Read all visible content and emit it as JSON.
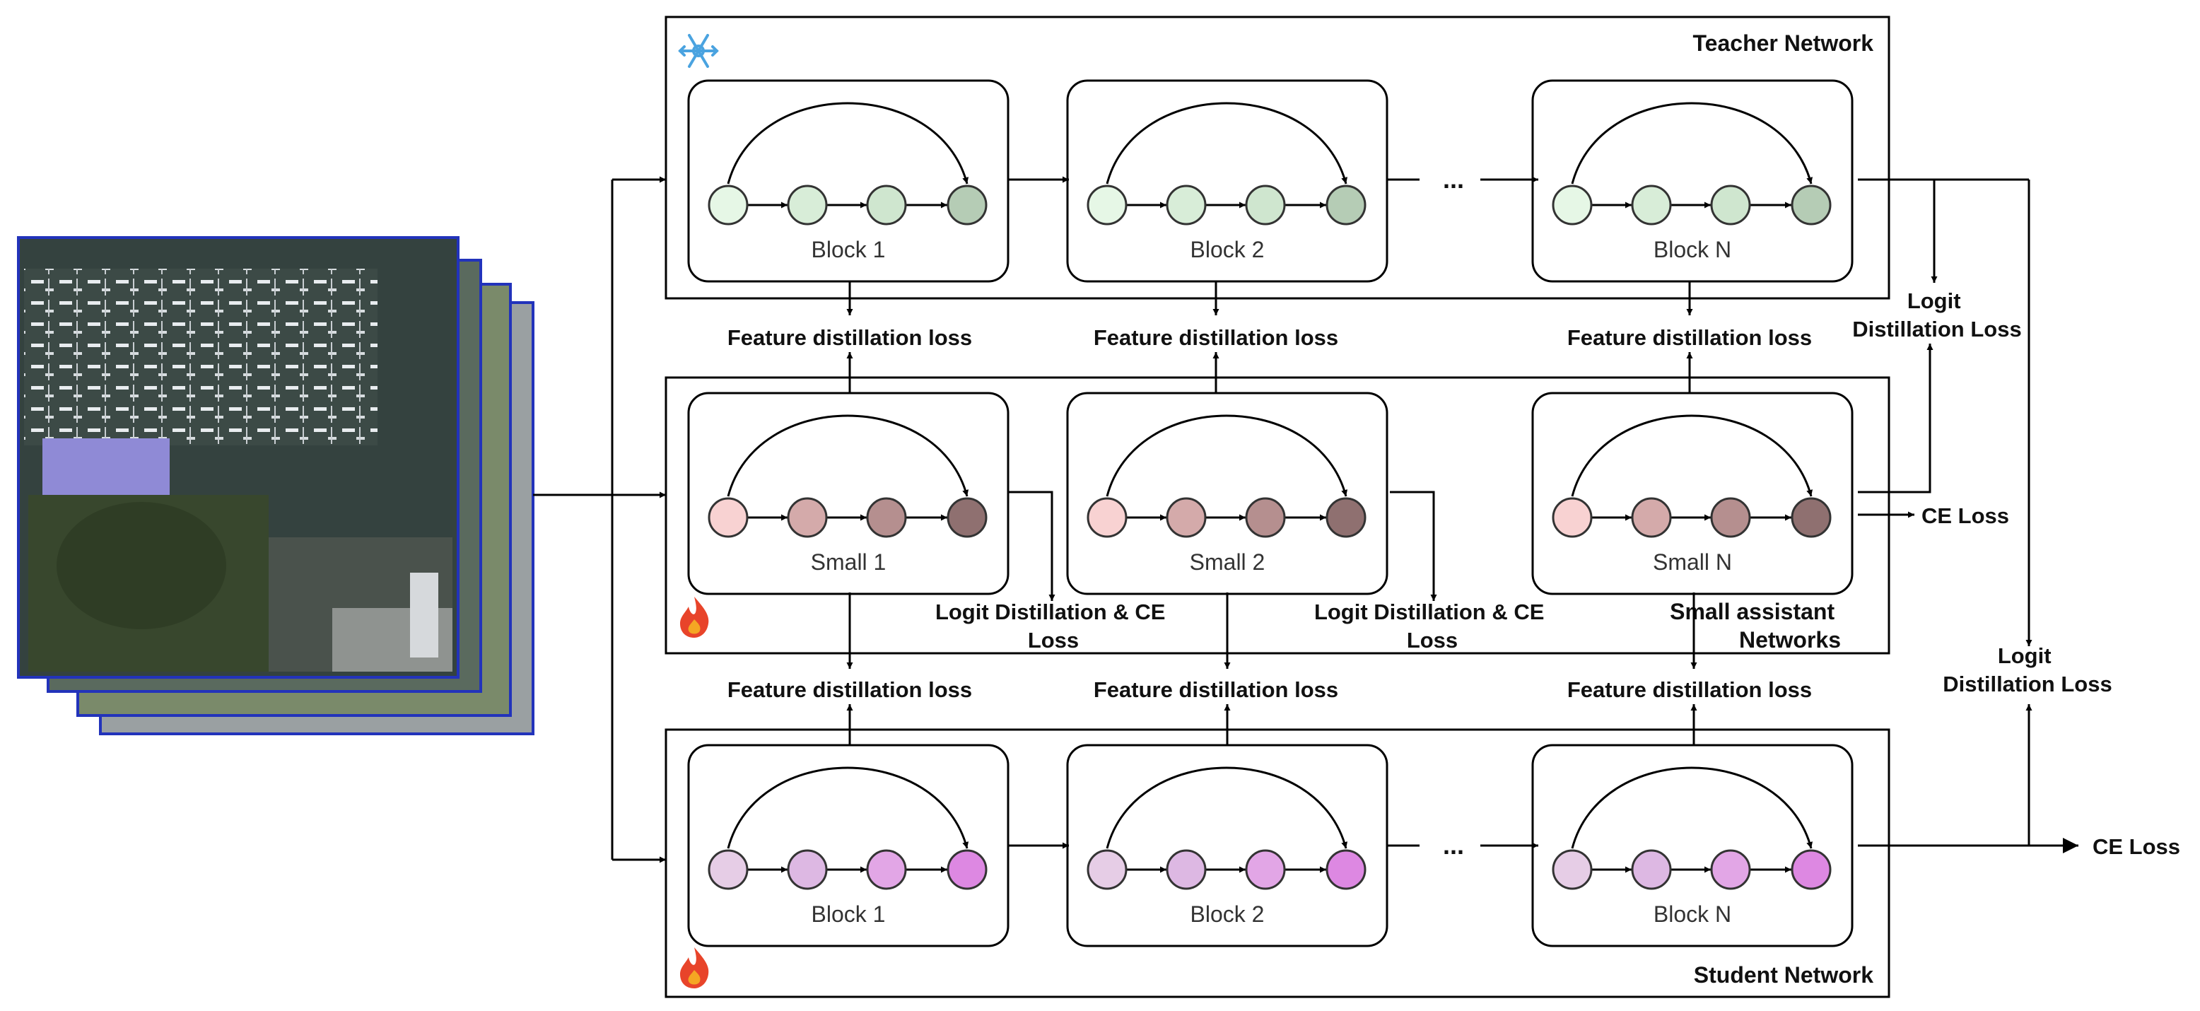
{
  "colors": {
    "teacher_nodes": [
      "#e6f7e6",
      "#d8edd8",
      "#cfe6cf",
      "#b5ccb5"
    ],
    "small_nodes": [
      "#f8d2d2",
      "#d4aaaa",
      "#b58f8f",
      "#8f7070"
    ],
    "student_nodes": [
      "#e6cde6",
      "#ddb8e3",
      "#e2a6e6",
      "#dd88e2"
    ],
    "snowflake": "#4aa3e0",
    "fire": "#e8442a",
    "image_border": "#2233bb"
  },
  "icons": {
    "frozen": "snowflake-icon",
    "trainable": "fire-icon"
  },
  "networks": {
    "teacher": {
      "title": "Teacher Network",
      "blocks": [
        "Block 1",
        "Block 2",
        "Block N"
      ]
    },
    "small": {
      "title": "Small assistant\nNetworks",
      "blocks": [
        "Small 1",
        "Small 2",
        "Small N"
      ]
    },
    "student": {
      "title": "Student Network",
      "blocks": [
        "Block 1",
        "Block 2",
        "Block N"
      ]
    }
  },
  "ellipsis": "...",
  "labels": {
    "feature_loss": "Feature distillation loss",
    "logit_ce_loss": "Logit Distillation & CE\nLoss",
    "logit_loss": "Logit\nDistillation Loss",
    "ce_loss": "CE Loss"
  }
}
